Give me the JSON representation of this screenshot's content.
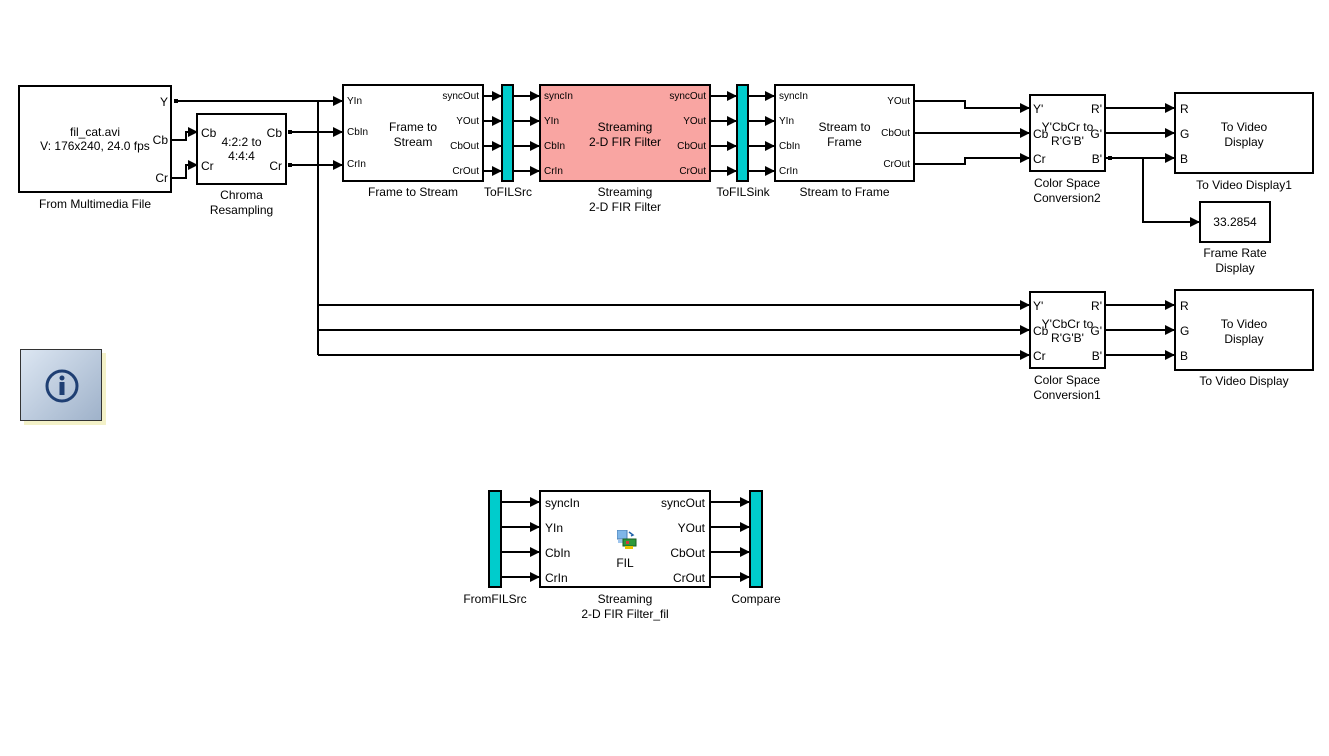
{
  "blocks": {
    "from_file": {
      "line1": "fil_cat.avi",
      "line2": "V: 176x240, 24.0 fps",
      "ports_out": [
        "Y",
        "Cb",
        "Cr"
      ],
      "caption": "From Multimedia File"
    },
    "chroma": {
      "line1": "4:2:2 to",
      "line2": "4:4:4",
      "ports_in": [
        "Cb",
        "Cr"
      ],
      "ports_out": [
        "Cb",
        "Cr"
      ],
      "caption_1": "Chroma",
      "caption_2": "Resampling"
    },
    "frame_to_stream": {
      "line1": "Frame to",
      "line2": "Stream",
      "ports_in": [
        "YIn",
        "CbIn",
        "CrIn"
      ],
      "ports_out": [
        "syncOut",
        "YOut",
        "CbOut",
        "CrOut"
      ],
      "caption": "Frame to Stream"
    },
    "to_fil_src": {
      "caption": "ToFILSrc"
    },
    "fir_filter": {
      "line1": "Streaming",
      "line2": "2-D FIR Filter",
      "ports_in": [
        "syncIn",
        "YIn",
        "CbIn",
        "CrIn"
      ],
      "ports_out": [
        "syncOut",
        "YOut",
        "CbOut",
        "CrOut"
      ],
      "caption_1": "Streaming",
      "caption_2": "2-D FIR Filter",
      "color": "#f9a5a2"
    },
    "to_fil_sink": {
      "caption": "ToFILSink"
    },
    "stream_to_frame": {
      "line1": "Stream to",
      "line2": "Frame",
      "ports_in": [
        "syncIn",
        "YIn",
        "CbIn",
        "CrIn"
      ],
      "ports_out": [
        "YOut",
        "CbOut",
        "CrOut"
      ],
      "caption": "Stream to Frame"
    },
    "csc2": {
      "line1": "Y'CbCr to",
      "line2": "R'G'B'",
      "ports_in": [
        "Y'",
        "Cb",
        "Cr"
      ],
      "ports_out": [
        "R'",
        "G'",
        "B'"
      ],
      "caption_1": "Color Space",
      "caption_2": "Conversion2"
    },
    "video_display1": {
      "line1": "To Video",
      "line2": "Display",
      "ports_in": [
        "R",
        "G",
        "B"
      ],
      "caption": "To Video Display1"
    },
    "frame_rate": {
      "value": "33.2854",
      "caption_1": "Frame Rate",
      "caption_2": "Display"
    },
    "csc1": {
      "line1": "Y'CbCr to",
      "line2": "R'G'B'",
      "ports_in": [
        "Y'",
        "Cb",
        "Cr"
      ],
      "ports_out": [
        "R'",
        "G'",
        "B'"
      ],
      "caption_1": "Color Space",
      "caption_2": "Conversion1"
    },
    "video_display": {
      "line1": "To Video",
      "line2": "Display",
      "ports_in": [
        "R",
        "G",
        "B"
      ],
      "caption": "To Video Display"
    },
    "from_fil_src": {
      "caption": "FromFILSrc"
    },
    "fir_fil": {
      "label": "FIL",
      "ports_in": [
        "syncIn",
        "YIn",
        "CbIn",
        "CrIn"
      ],
      "ports_out": [
        "syncOut",
        "YOut",
        "CbOut",
        "CrOut"
      ],
      "caption_1": "Streaming",
      "caption_2": "2-D FIR Filter_fil"
    },
    "compare": {
      "caption": "Compare"
    }
  },
  "info_block": {
    "icon": "info-icon"
  },
  "colors": {
    "bus": "#00cccc",
    "highlight": "#f9a5a2",
    "line": "#000000"
  }
}
